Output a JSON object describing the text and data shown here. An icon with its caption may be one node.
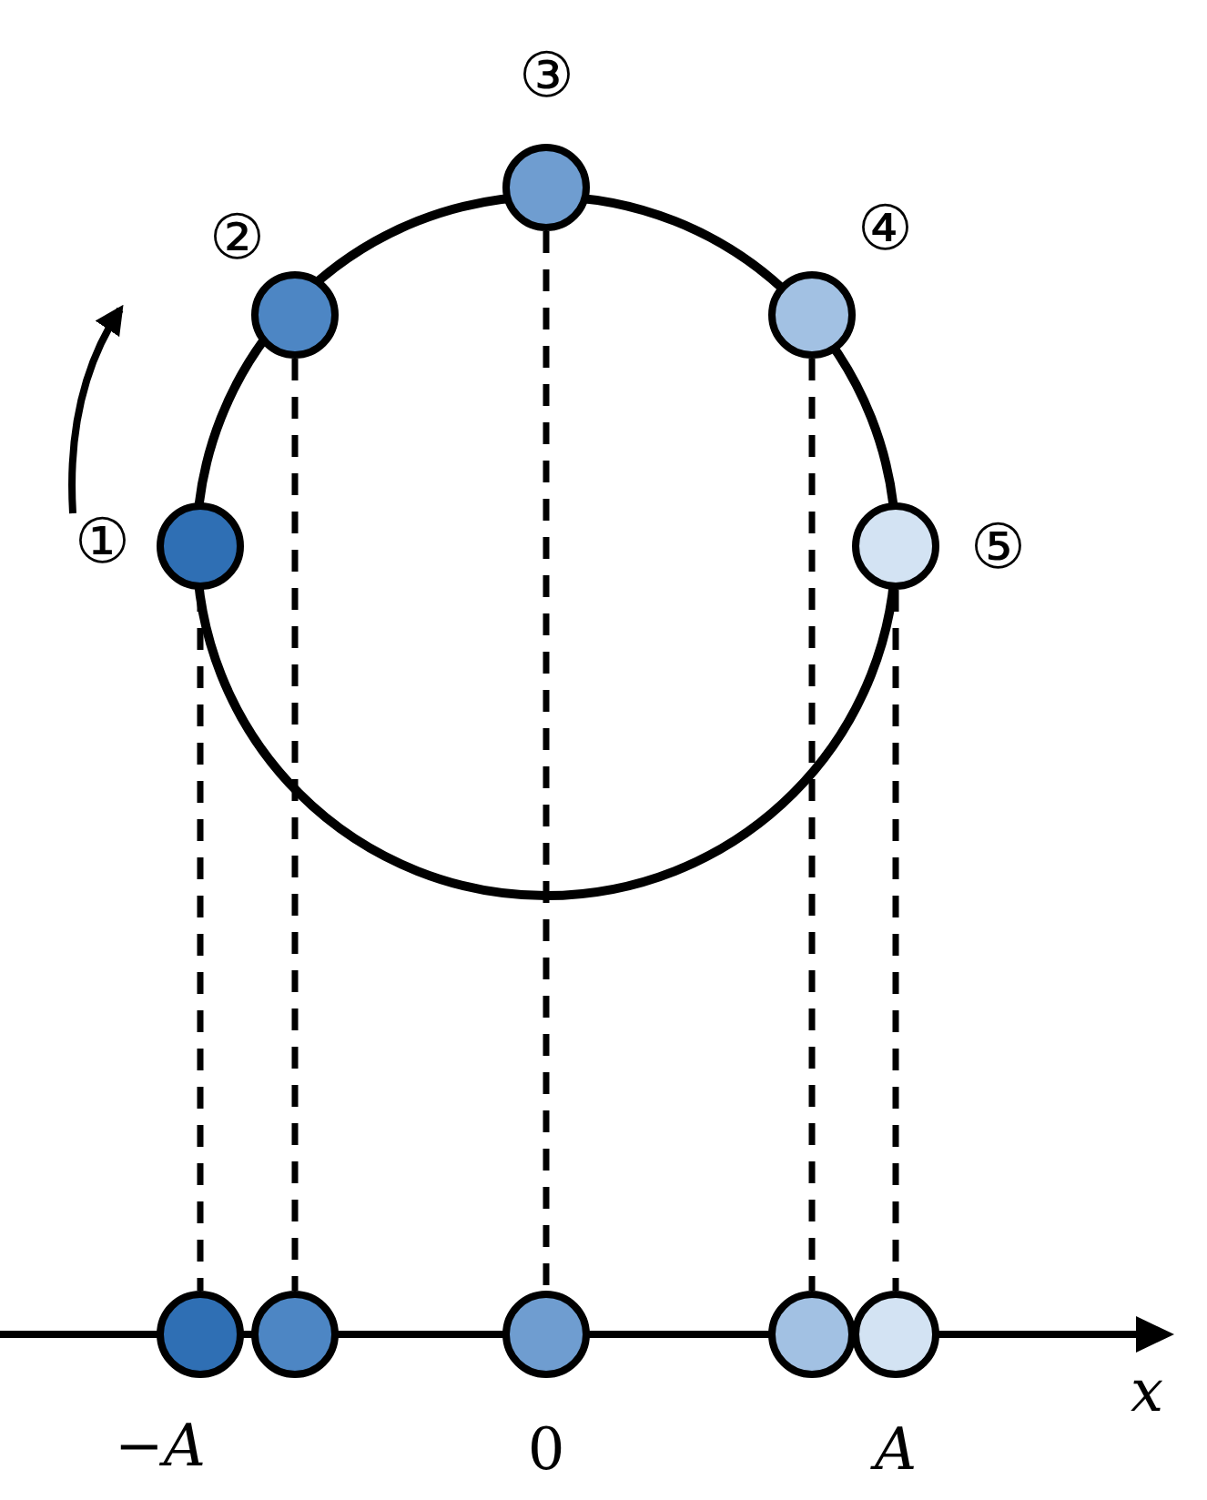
{
  "diagram": {
    "nodes": [
      {
        "text": [],
        "shape": "circle",
        "beside": [
          "①"
        ]
      },
      {
        "text": [],
        "shape": "circle",
        "beside": [
          "②"
        ]
      },
      {
        "text": [],
        "shape": "circle",
        "beside": [
          "③"
        ]
      },
      {
        "text": [],
        "shape": "circle",
        "beside": [
          "④"
        ]
      },
      {
        "text": [],
        "shape": "circle",
        "beside": [
          "⑤"
        ]
      },
      {
        "text": [],
        "shape": "circle"
      },
      {
        "text": [],
        "shape": "circle"
      },
      {
        "text": [],
        "shape": "circle"
      },
      {
        "text": [],
        "shape": "circle"
      },
      {
        "text": [],
        "shape": "circle"
      }
    ],
    "edges": [
      {
        "from": 0,
        "to": 5,
        "arrow": "none",
        "style": "dashed"
      },
      {
        "from": 1,
        "to": 6,
        "arrow": "none",
        "style": "dashed"
      },
      {
        "from": 2,
        "to": 7,
        "arrow": "none",
        "style": "dashed"
      },
      {
        "from": 3,
        "to": 8,
        "arrow": "none",
        "style": "dashed"
      },
      {
        "from": 4,
        "to": 9,
        "arrow": "none",
        "style": "dashed"
      }
    ],
    "labels": [
      "−A",
      "0",
      "A",
      "x"
    ]
  }
}
